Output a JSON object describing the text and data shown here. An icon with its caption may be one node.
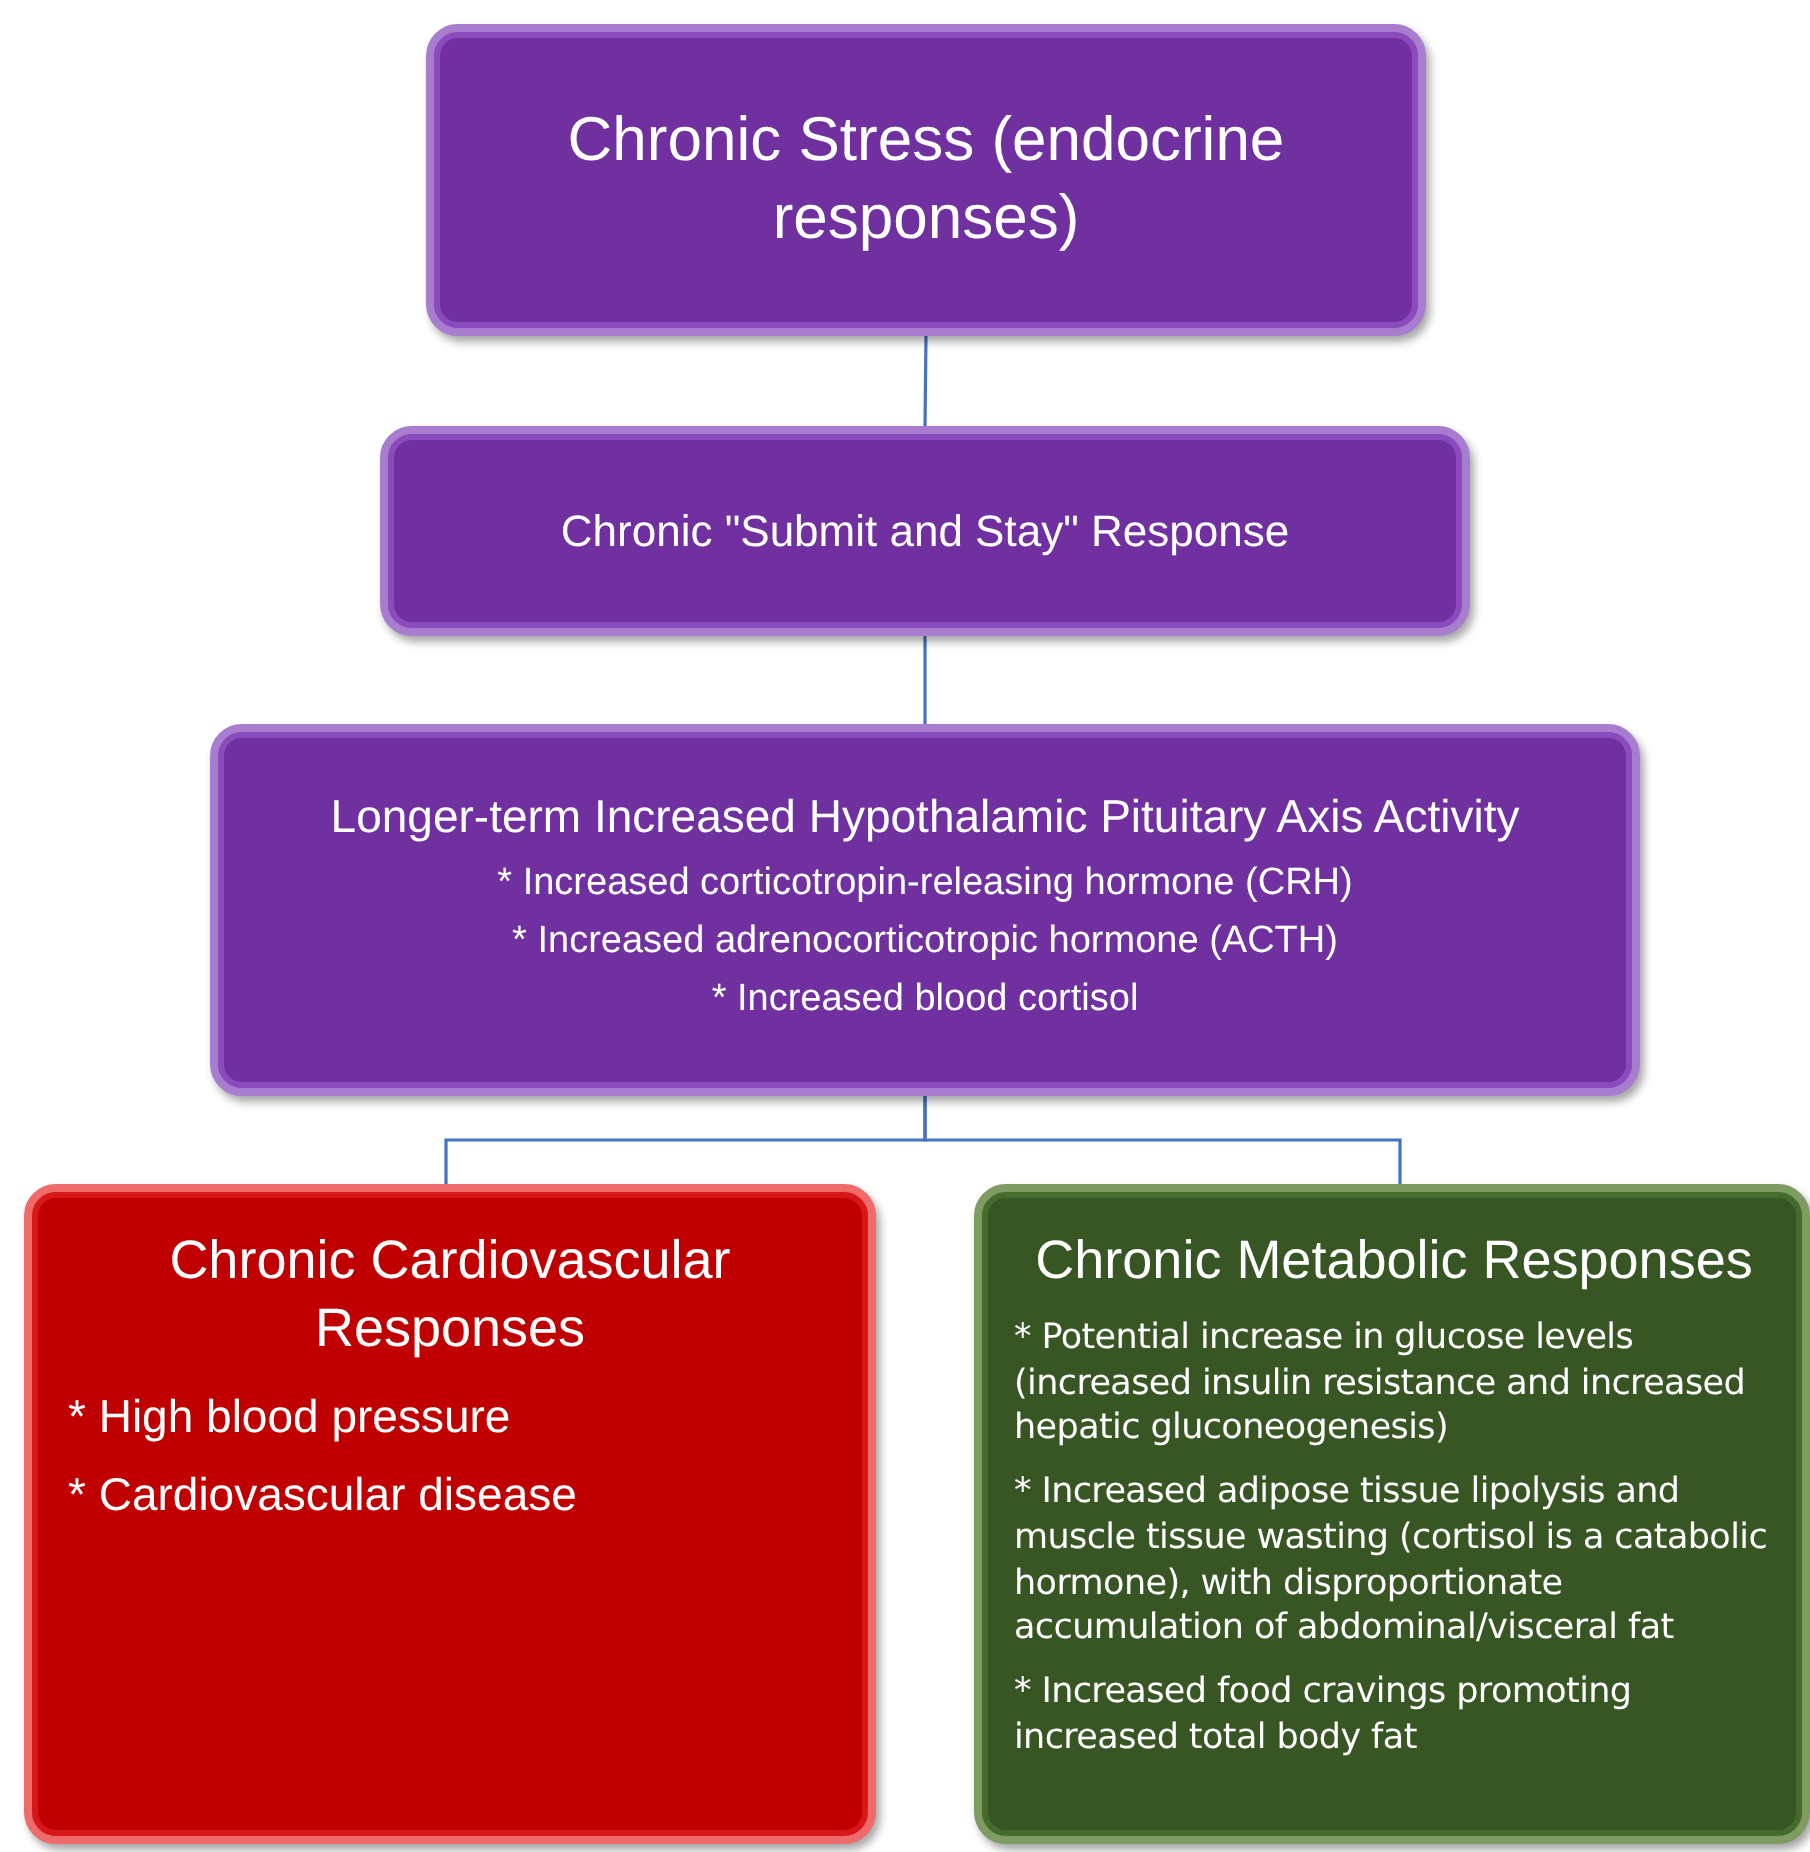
{
  "diagram": {
    "nodes": [
      {
        "text": [
          "Chronic Stress (endocrine responses)"
        ]
      },
      {
        "text": [
          "Chronic \"Submit and Stay\" Response"
        ]
      },
      {
        "text": [
          "Longer-term Increased Hypothalamic Pituitary Axis Activity",
          "* Increased corticotropin-releasing hormone (CRH)",
          "* Increased adrenocorticotropic hormone (ACTH)",
          "* Increased blood cortisol"
        ]
      },
      {
        "text": [
          "Chronic Cardiovascular Responses",
          "* High blood pressure",
          "* Cardiovascular disease"
        ]
      },
      {
        "text": [
          "Chronic Metabolic Responses",
          "* Potential increase in glucose levels (increased insulin resistance and increased hepatic gluconeogenesis)",
          "* Increased adipose tissue lipolysis and muscle tissue wasting (cortisol is a catabolic hormone), with disproportionate accumulation of abdominal/visceral fat",
          "* Increased food cravings promoting increased total body fat"
        ]
      }
    ],
    "edges": [
      {
        "from": 0,
        "to": 1,
        "arrow": "none"
      },
      {
        "from": 1,
        "to": 2,
        "arrow": "none"
      },
      {
        "from": 2,
        "to": 3,
        "arrow": "none"
      },
      {
        "from": 2,
        "to": 4,
        "arrow": "none"
      }
    ]
  }
}
